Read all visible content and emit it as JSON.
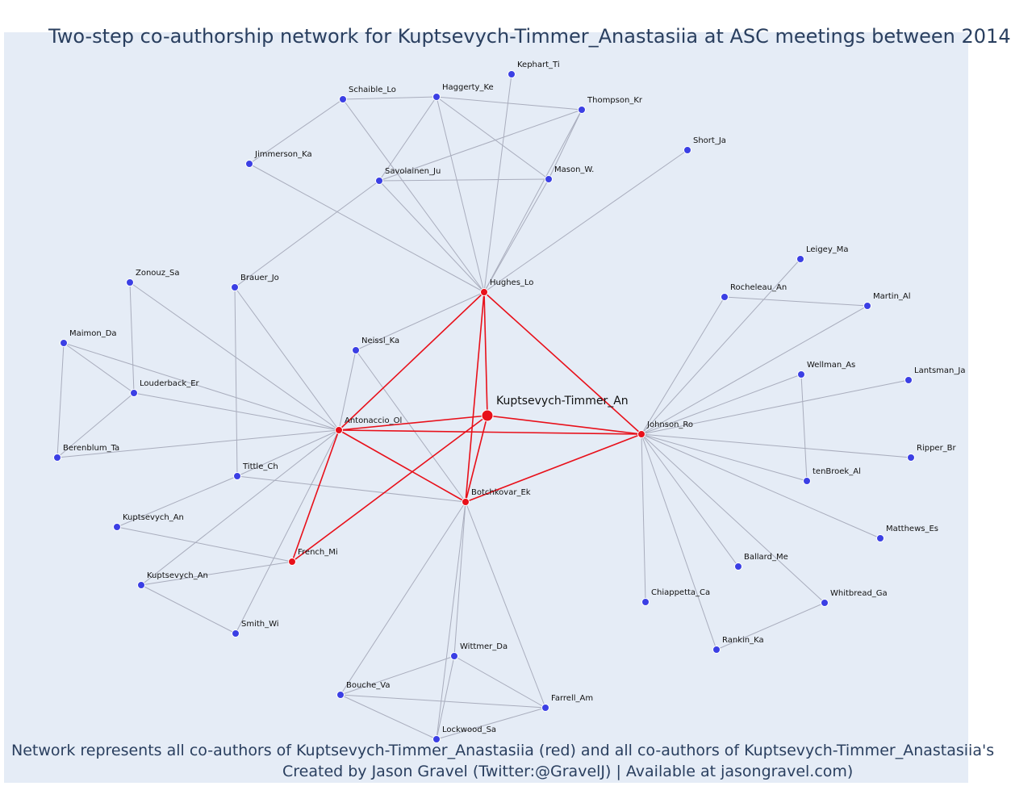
{
  "title": "Two-step co-authorship network for Kuptsevych-Timmer_Anastasiia at ASC meetings between 2014",
  "footer": {
    "line1": "Network represents all co-authors of Kuptsevych-Timmer_Anastasiia (red) and all co-authors of Kuptsevych-Timmer_Anastasiia's",
    "line2": "Created by Jason Gravel (Twitter:@GravelJ) | Available at jasongravel.com)"
  },
  "colors": {
    "red": "#e8101a",
    "blue": "#3b3fe4",
    "edge_gray": "#a9adbd",
    "edge_red": "#e8101a",
    "background": "#e5ecf6"
  },
  "chart_data": {
    "type": "network",
    "center": "Kuptsevych-Timmer_An",
    "nodes": [
      {
        "id": "Kuptsevych-Timmer_An",
        "group": "center"
      },
      {
        "id": "Hughes_Lo",
        "group": "red"
      },
      {
        "id": "Antonaccio_Ol",
        "group": "red"
      },
      {
        "id": "Johnson_Ro",
        "group": "red"
      },
      {
        "id": "Botchkovar_Ek",
        "group": "red"
      },
      {
        "id": "French_Mi",
        "group": "red"
      },
      {
        "id": "Kephart_Ti",
        "group": "blue"
      },
      {
        "id": "Schaible_Lo",
        "group": "blue"
      },
      {
        "id": "Haggerty_Ke",
        "group": "blue"
      },
      {
        "id": "Thompson_Kr",
        "group": "blue"
      },
      {
        "id": "Jimmerson_Ka",
        "group": "blue"
      },
      {
        "id": "Savolainen_Ju",
        "group": "blue"
      },
      {
        "id": "Mason_W.",
        "group": "blue"
      },
      {
        "id": "Short_Ja",
        "group": "blue"
      },
      {
        "id": "Zonouz_Sa",
        "group": "blue"
      },
      {
        "id": "Brauer_Jo",
        "group": "blue"
      },
      {
        "id": "Maimon_Da",
        "group": "blue"
      },
      {
        "id": "Neissl_Ka",
        "group": "blue"
      },
      {
        "id": "Louderback_Er",
        "group": "blue"
      },
      {
        "id": "Berenblum_Ta",
        "group": "blue"
      },
      {
        "id": "Tittle_Ch",
        "group": "blue"
      },
      {
        "id": "Kuptsevych_An (1)",
        "label": "Kuptsevych_An",
        "group": "blue"
      },
      {
        "id": "Kuptsevych_An (2)",
        "label": "Kuptsevych_An",
        "group": "blue"
      },
      {
        "id": "Smith_Wi",
        "group": "blue"
      },
      {
        "id": "Leigey_Ma",
        "group": "blue"
      },
      {
        "id": "Rocheleau_An",
        "group": "blue"
      },
      {
        "id": "Martin_Al",
        "group": "blue"
      },
      {
        "id": "Wellman_As",
        "group": "blue"
      },
      {
        "id": "Lantsman_Ja",
        "group": "blue"
      },
      {
        "id": "Ripper_Br",
        "group": "blue"
      },
      {
        "id": "tenBroek_Al",
        "group": "blue"
      },
      {
        "id": "Matthews_Es",
        "group": "blue"
      },
      {
        "id": "Ballard_Me",
        "group": "blue"
      },
      {
        "id": "Chiappetta_Ca",
        "group": "blue"
      },
      {
        "id": "Whitbread_Ga",
        "group": "blue"
      },
      {
        "id": "Rankin_Ka",
        "group": "blue"
      },
      {
        "id": "Wittmer_Da",
        "group": "blue"
      },
      {
        "id": "Bouche_Va",
        "group": "blue"
      },
      {
        "id": "Farrell_Am",
        "group": "blue"
      },
      {
        "id": "Lockwood_Sa",
        "group": "blue"
      }
    ],
    "edges": [
      [
        "Kuptsevych-Timmer_An",
        "Hughes_Lo"
      ],
      [
        "Kuptsevych-Timmer_An",
        "Antonaccio_Ol"
      ],
      [
        "Kuptsevych-Timmer_An",
        "Johnson_Ro"
      ],
      [
        "Kuptsevych-Timmer_An",
        "Botchkovar_Ek"
      ],
      [
        "Kuptsevych-Timmer_An",
        "French_Mi"
      ],
      [
        "Hughes_Lo",
        "Antonaccio_Ol"
      ],
      [
        "Hughes_Lo",
        "Johnson_Ro"
      ],
      [
        "Hughes_Lo",
        "Botchkovar_Ek"
      ],
      [
        "Antonaccio_Ol",
        "Johnson_Ro"
      ],
      [
        "Antonaccio_Ol",
        "Botchkovar_Ek"
      ],
      [
        "Antonaccio_Ol",
        "French_Mi"
      ],
      [
        "Johnson_Ro",
        "Botchkovar_Ek"
      ],
      [
        "Hughes_Lo",
        "Schaible_Lo"
      ],
      [
        "Hughes_Lo",
        "Haggerty_Ke"
      ],
      [
        "Hughes_Lo",
        "Kephart_Ti"
      ],
      [
        "Hughes_Lo",
        "Thompson_Kr"
      ],
      [
        "Hughes_Lo",
        "Jimmerson_Ka"
      ],
      [
        "Hughes_Lo",
        "Savolainen_Ju"
      ],
      [
        "Hughes_Lo",
        "Mason_W."
      ],
      [
        "Hughes_Lo",
        "Short_Ja"
      ],
      [
        "Hughes_Lo",
        "Neissl_Ka"
      ],
      [
        "Schaible_Lo",
        "Haggerty_Ke"
      ],
      [
        "Schaible_Lo",
        "Jimmerson_Ka"
      ],
      [
        "Haggerty_Ke",
        "Savolainen_Ju"
      ],
      [
        "Haggerty_Ke",
        "Mason_W."
      ],
      [
        "Haggerty_Ke",
        "Thompson_Kr"
      ],
      [
        "Savolainen_Ju",
        "Mason_W."
      ],
      [
        "Savolainen_Ju",
        "Thompson_Kr"
      ],
      [
        "Savolainen_Ju",
        "Brauer_Jo"
      ],
      [
        "Mason_W.",
        "Thompson_Kr"
      ],
      [
        "Antonaccio_Ol",
        "Zonouz_Sa"
      ],
      [
        "Antonaccio_Ol",
        "Brauer_Jo"
      ],
      [
        "Antonaccio_Ol",
        "Maimon_Da"
      ],
      [
        "Antonaccio_Ol",
        "Louderback_Er"
      ],
      [
        "Antonaccio_Ol",
        "Berenblum_Ta"
      ],
      [
        "Antonaccio_Ol",
        "Tittle_Ch"
      ],
      [
        "Antonaccio_Ol",
        "Neissl_Ka"
      ],
      [
        "Antonaccio_Ol",
        "Kuptsevych_An (2)"
      ],
      [
        "Antonaccio_Ol",
        "Smith_Wi"
      ],
      [
        "Zonouz_Sa",
        "Louderback_Er"
      ],
      [
        "Maimon_Da",
        "Louderback_Er"
      ],
      [
        "Maimon_Da",
        "Berenblum_Ta"
      ],
      [
        "Louderback_Er",
        "Berenblum_Ta"
      ],
      [
        "Brauer_Jo",
        "Tittle_Ch"
      ],
      [
        "Tittle_Ch",
        "Botchkovar_Ek"
      ],
      [
        "Tittle_Ch",
        "Kuptsevych_An (1)"
      ],
      [
        "Neissl_Ka",
        "Botchkovar_Ek"
      ],
      [
        "French_Mi",
        "Kuptsevych_An (1)"
      ],
      [
        "French_Mi",
        "Kuptsevych_An (2)"
      ],
      [
        "Kuptsevych_An (2)",
        "Smith_Wi"
      ],
      [
        "Johnson_Ro",
        "Leigey_Ma"
      ],
      [
        "Johnson_Ro",
        "Rocheleau_An"
      ],
      [
        "Johnson_Ro",
        "Martin_Al"
      ],
      [
        "Johnson_Ro",
        "Wellman_As"
      ],
      [
        "Johnson_Ro",
        "Lantsman_Ja"
      ],
      [
        "Johnson_Ro",
        "Ripper_Br"
      ],
      [
        "Johnson_Ro",
        "tenBroek_Al"
      ],
      [
        "Johnson_Ro",
        "Matthews_Es"
      ],
      [
        "Johnson_Ro",
        "Ballard_Me"
      ],
      [
        "Johnson_Ro",
        "Chiappetta_Ca"
      ],
      [
        "Johnson_Ro",
        "Whitbread_Ga"
      ],
      [
        "Johnson_Ro",
        "Rankin_Ka"
      ],
      [
        "Rocheleau_An",
        "Martin_Al"
      ],
      [
        "Wellman_As",
        "tenBroek_Al"
      ],
      [
        "Whitbread_Ga",
        "Rankin_Ka"
      ],
      [
        "Botchkovar_Ek",
        "Wittmer_Da"
      ],
      [
        "Botchkovar_Ek",
        "Bouche_Va"
      ],
      [
        "Botchkovar_Ek",
        "Farrell_Am"
      ],
      [
        "Botchkovar_Ek",
        "Lockwood_Sa"
      ],
      [
        "Wittmer_Da",
        "Bouche_Va"
      ],
      [
        "Wittmer_Da",
        "Farrell_Am"
      ],
      [
        "Wittmer_Da",
        "Lockwood_Sa"
      ],
      [
        "Bouche_Va",
        "Farrell_Am"
      ],
      [
        "Bouche_Va",
        "Lockwood_Sa"
      ],
      [
        "Farrell_Am",
        "Lockwood_Sa"
      ]
    ]
  }
}
